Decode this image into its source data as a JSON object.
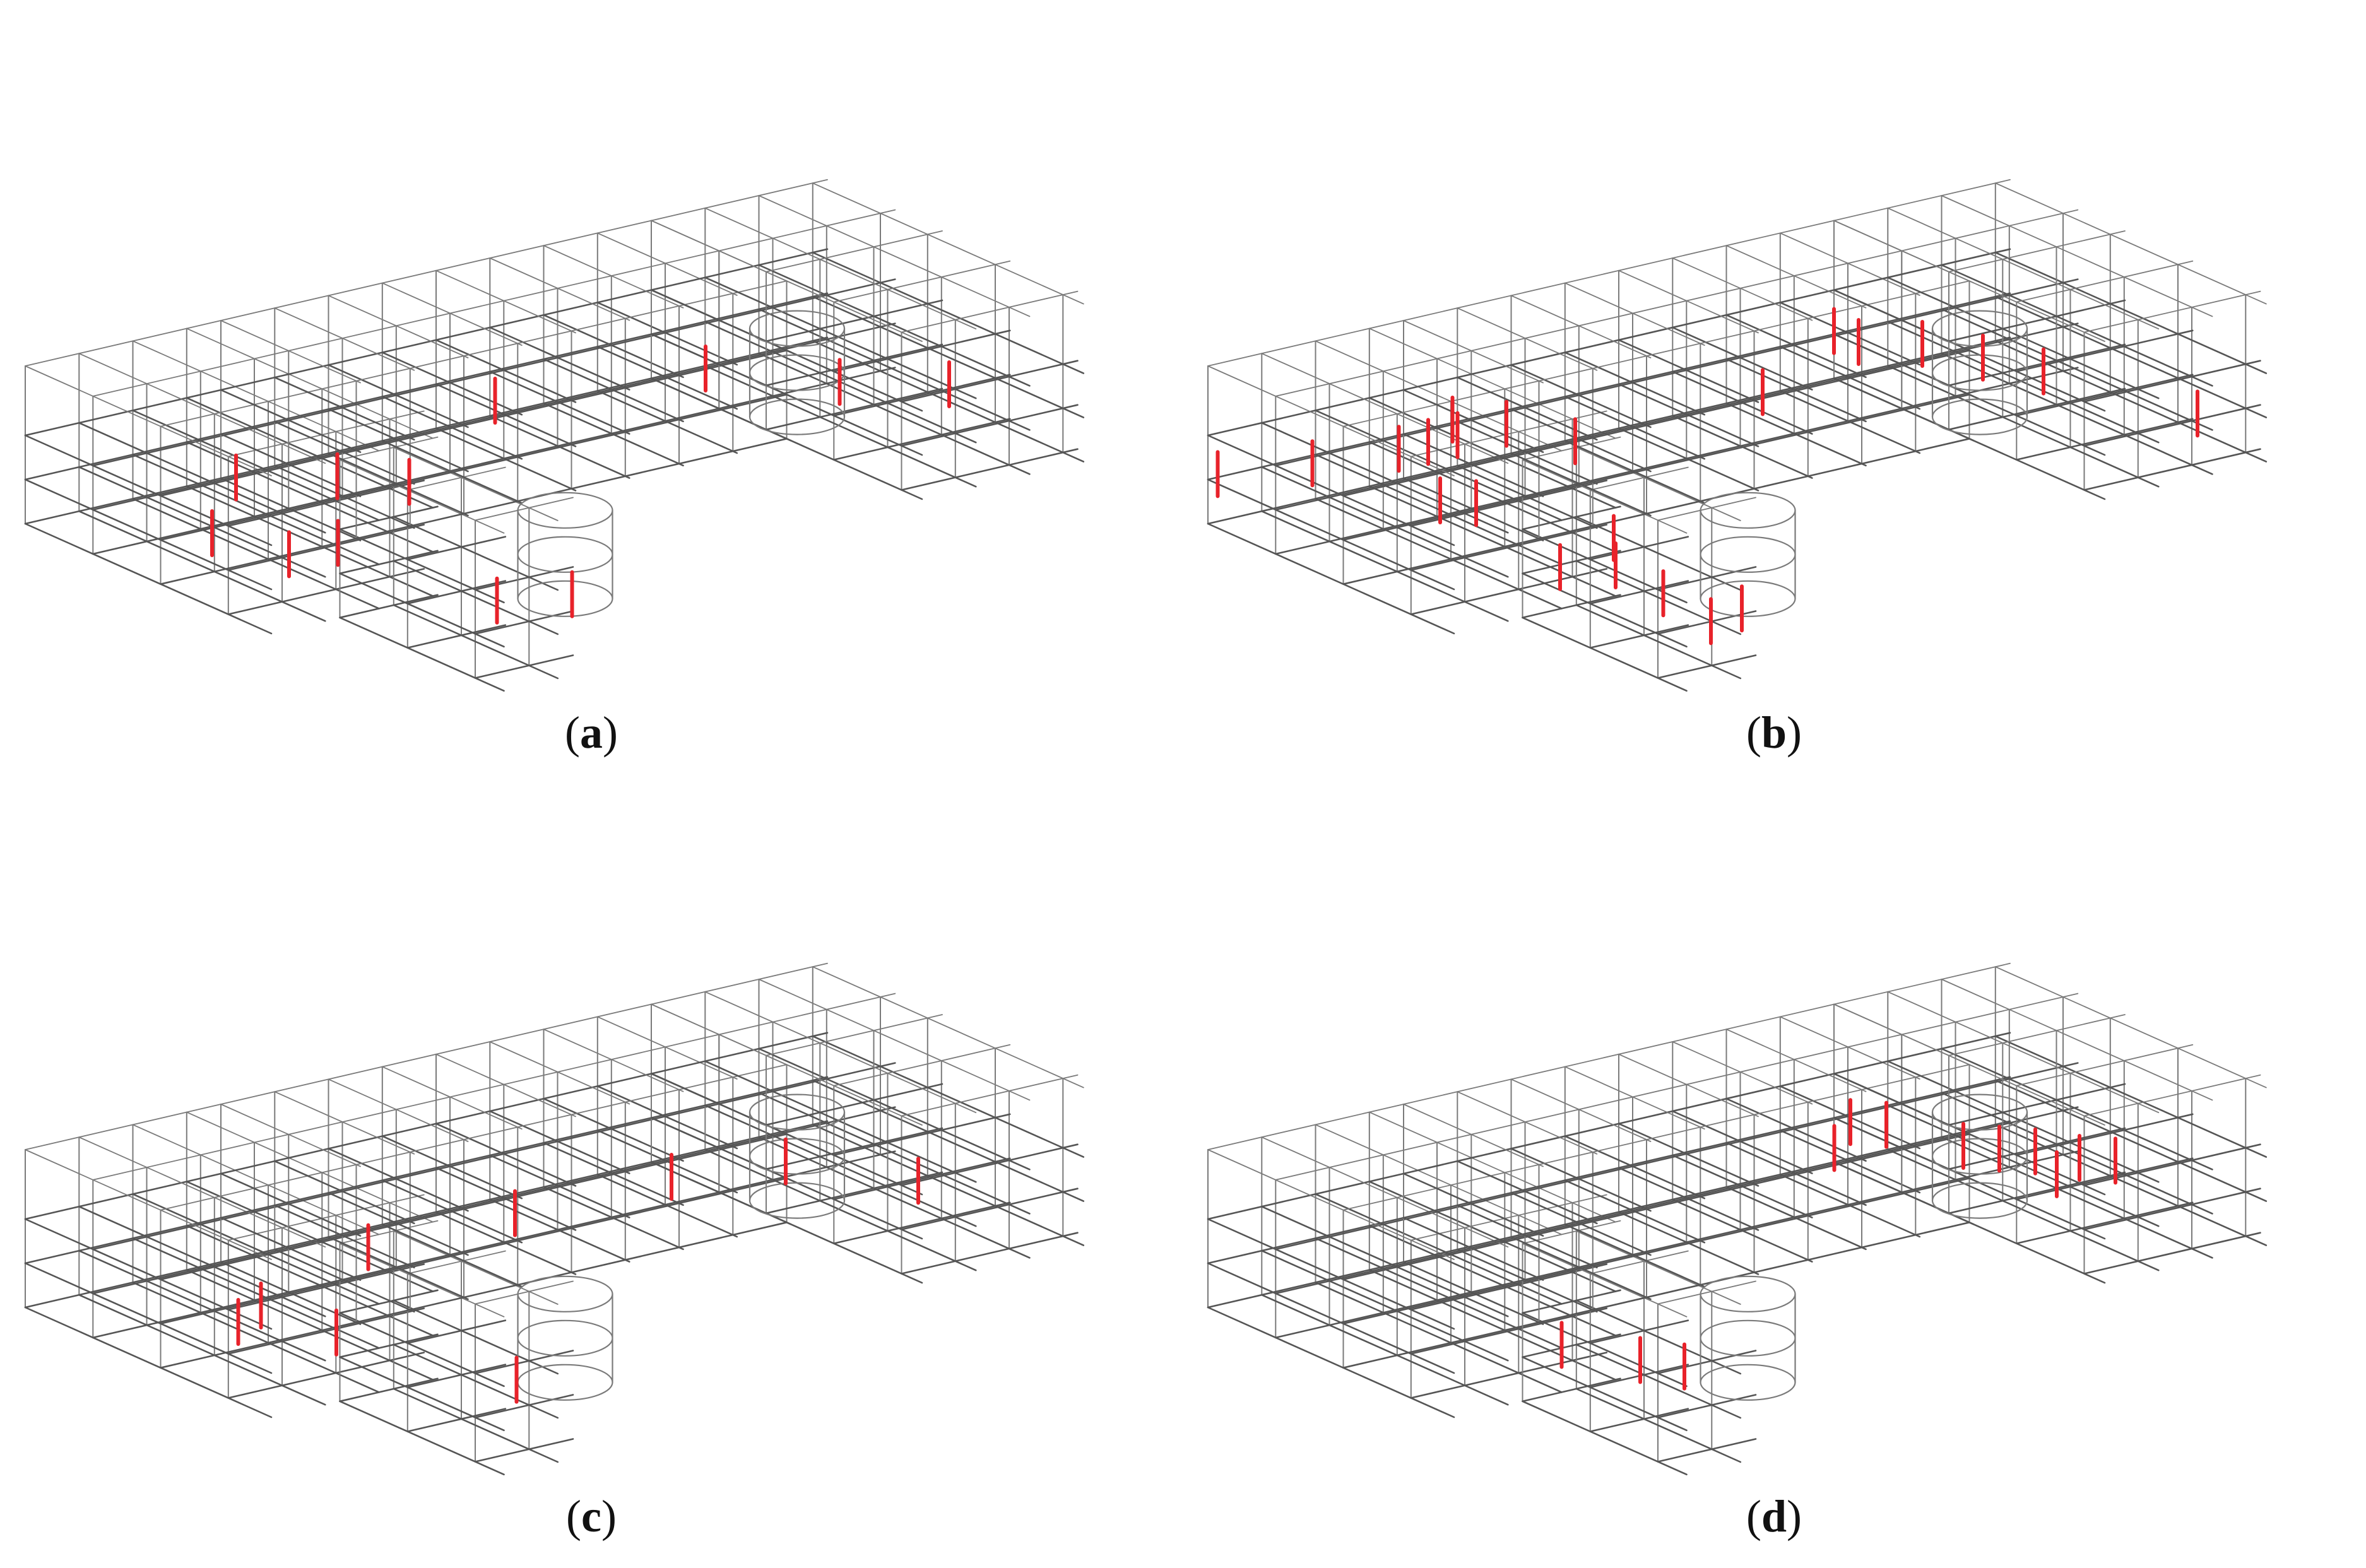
{
  "panels": [
    {
      "id": "a",
      "label_open": "(",
      "label": "a",
      "label_close": ")"
    },
    {
      "id": "b",
      "label_open": "(",
      "label": "b",
      "label_close": ")"
    },
    {
      "id": "c",
      "label_open": "(",
      "label": "c",
      "label_close": ")"
    },
    {
      "id": "d",
      "label_open": "(",
      "label": "d",
      "label_close": ")"
    }
  ],
  "colors": {
    "frame": "#7a7a7a",
    "beam": "#555555",
    "highlight": "#e8222a",
    "background": "#ffffff"
  }
}
